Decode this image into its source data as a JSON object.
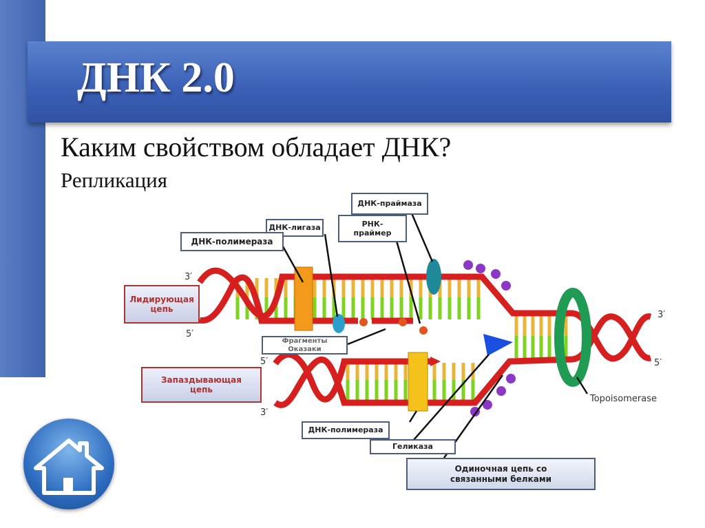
{
  "slide": {
    "title": "ДНК 2.0",
    "question": "Каким свойством обладает ДНК?",
    "subtitle": "Репликация"
  },
  "diagram": {
    "labels": {
      "primase": "ДНК-праймаза",
      "rna_primer": "РНК-праймер",
      "ligase": "ДНК-лигаза",
      "polymerase_top": "ДНК-полимераза",
      "leading": "Лидирующая цепь",
      "okazaki": "Фрагменты Оказаки",
      "lagging": "Запаздывающая цепь",
      "polymerase_bottom": "ДНК-полимераза",
      "helicase": "Геликаза",
      "ssb": "Одиночная цепь со связанными белками",
      "topoisomerase": "Topoisomerase"
    },
    "ends": {
      "top_left_3": "3′",
      "top_left_5": "5′",
      "bottom_left_5": "5′",
      "bottom_left_3": "3′",
      "right_3": "3′",
      "right_5": "5′"
    }
  },
  "nav": {
    "home_icon": "home-icon"
  }
}
